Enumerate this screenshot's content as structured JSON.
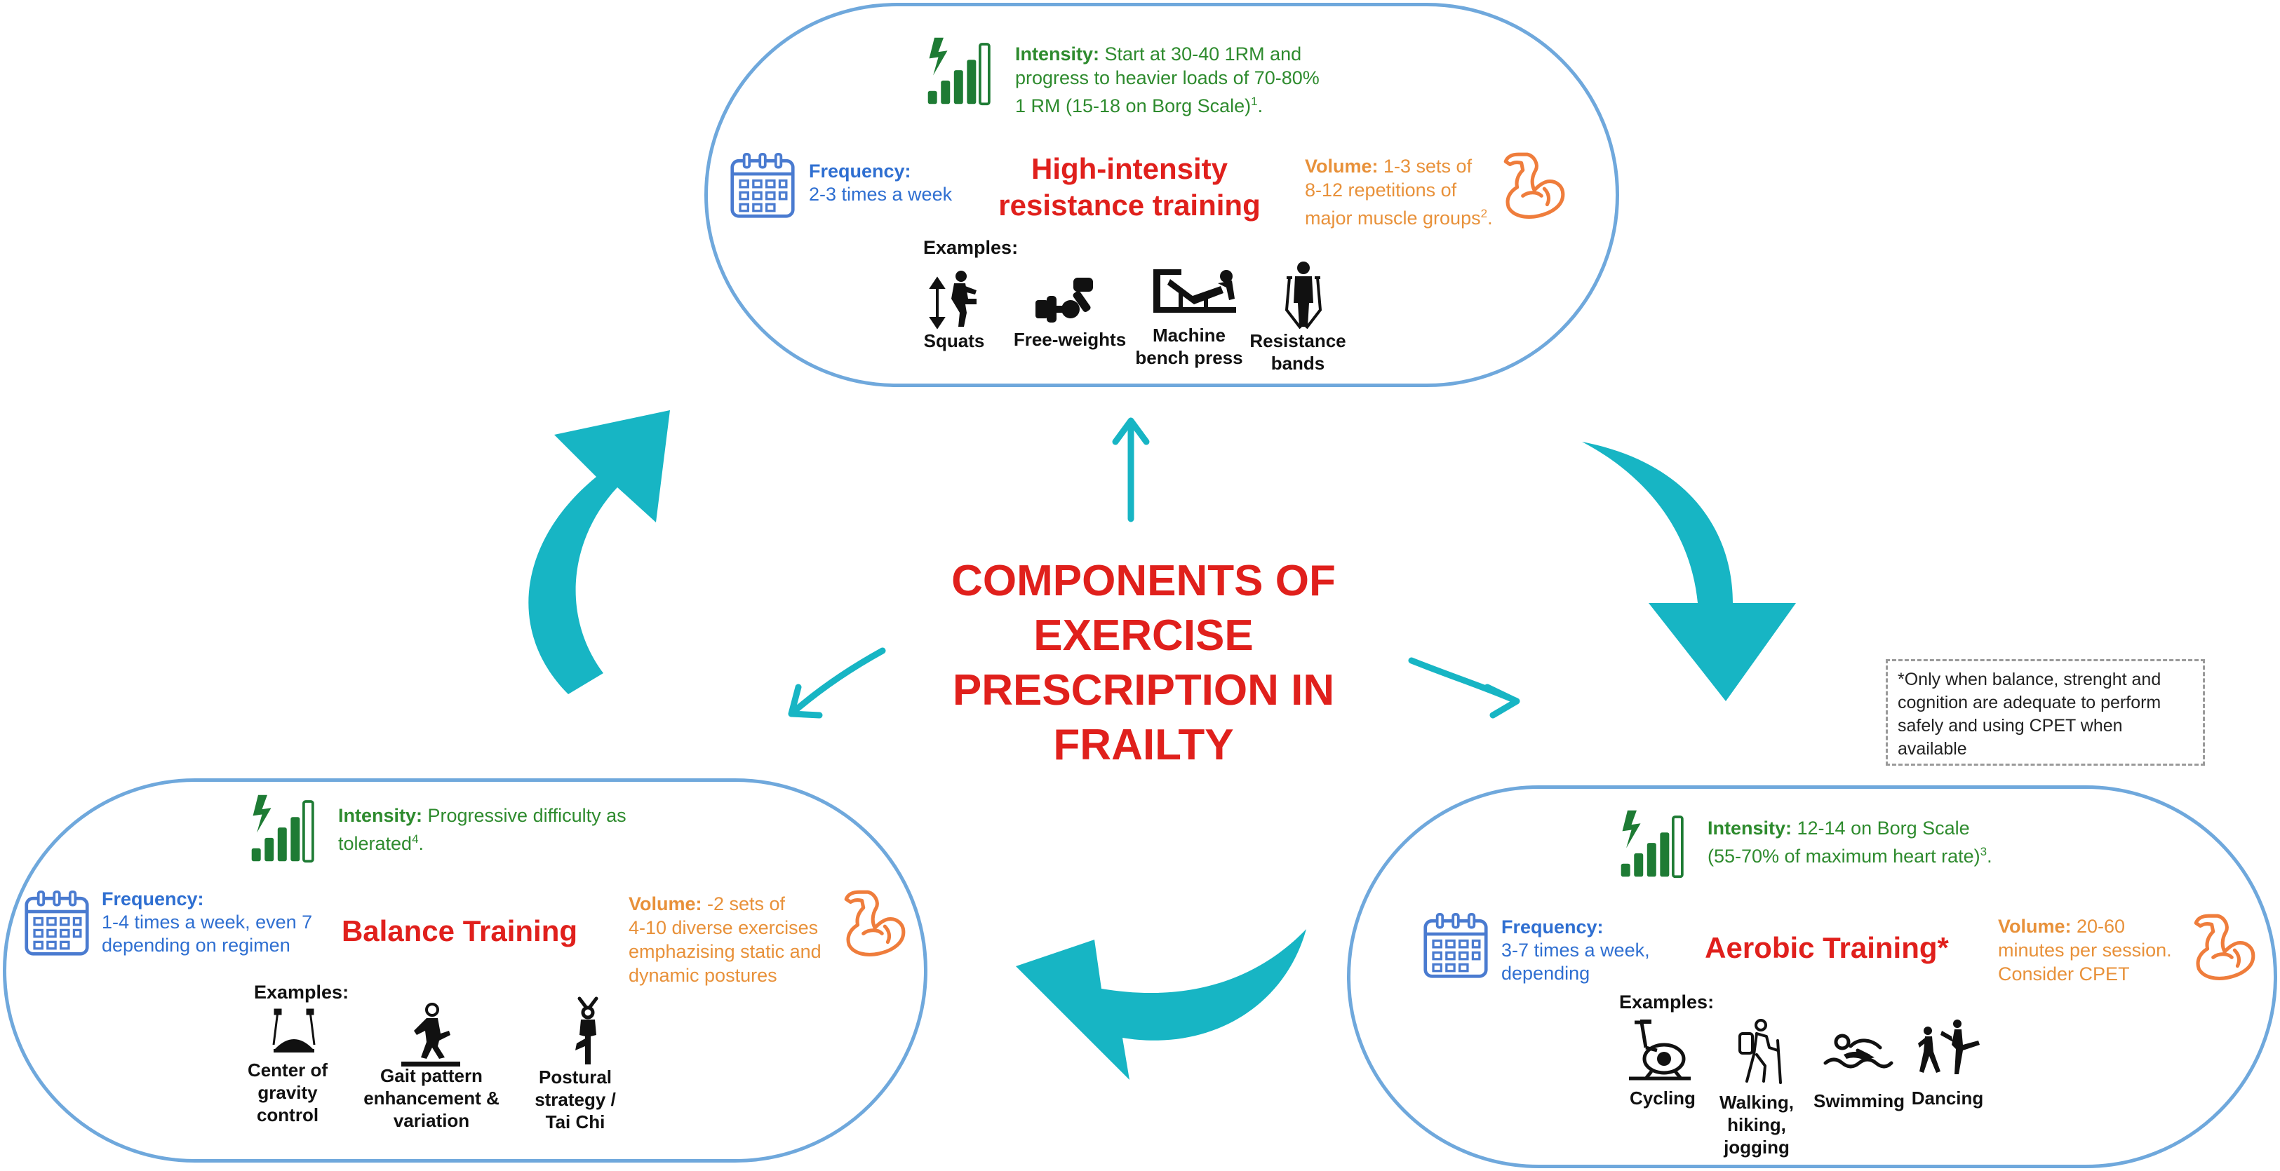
{
  "center_title": [
    "COMPONENTS OF",
    "EXERCISE",
    "PRESCRIPTION IN",
    "FRAILTY"
  ],
  "note": "*Only when balance, strenght and cognition are adequate to perform safely and using CPET when available",
  "colors": {
    "border": "#6fa8dc",
    "arrow": "#17b5c4",
    "title": "#e0201c",
    "intensity": "#2e8b2e",
    "frequency": "#2f6fd1",
    "volume": "#e8913a"
  },
  "resistance": {
    "title": [
      "High-intensity",
      "resistance training"
    ],
    "intensity_label": "Intensity:",
    "intensity_lines": [
      " Start at 30-40 1RM and",
      "progress to heavier loads of 70-80%",
      "1 RM (15-18 on Borg Scale)"
    ],
    "intensity_sup": "1",
    "frequency_label": "Frequency:",
    "frequency_text": "2-3 times a week",
    "volume_label": "Volume:",
    "volume_lines": [
      " 1-3 sets of",
      "8-12 repetitions of",
      "major muscle groups"
    ],
    "volume_sup": "2",
    "examples_label": "Examples:",
    "examples": [
      {
        "icon": "squat-icon",
        "name": [
          "Squats"
        ]
      },
      {
        "icon": "dumbbell-icon",
        "name": [
          "Free-weights"
        ]
      },
      {
        "icon": "bench-press-icon",
        "name": [
          "Machine",
          "bench press"
        ]
      },
      {
        "icon": "resistance-band-icon",
        "name": [
          "Resistance",
          "bands"
        ]
      }
    ]
  },
  "balance": {
    "title": "Balance Training",
    "intensity_label": "Intensity:",
    "intensity_lines": [
      " Progressive difficulty as",
      "tolerated"
    ],
    "intensity_sup": "4",
    "frequency_label": "Frequency:",
    "frequency_lines": [
      "1-4 times a week, even 7",
      "depending on regimen"
    ],
    "volume_label": "Volume:",
    "volume_lines": [
      " -2 sets of",
      "4-10 diverse exercises",
      "emphazising static and",
      "dynamic postures"
    ],
    "examples_label": "Examples:",
    "examples": [
      {
        "icon": "balance-ball-icon",
        "name": [
          "Center of",
          "gravity",
          "control"
        ]
      },
      {
        "icon": "gait-icon",
        "name": [
          "Gait pattern",
          "enhancement &",
          "variation"
        ]
      },
      {
        "icon": "tai-chi-icon",
        "name": [
          "Postural",
          "strategy /",
          "Tai Chi"
        ]
      }
    ]
  },
  "aerobic": {
    "title": "Aerobic Training*",
    "intensity_label": "Intensity:",
    "intensity_lines": [
      " 12-14 on Borg Scale",
      "(55-70% of maximum heart rate)"
    ],
    "intensity_sup": "3",
    "frequency_label": "Frequency:",
    "frequency_lines": [
      "3-7 times a week,",
      "depending"
    ],
    "volume_label": "Volume:",
    "volume_lines": [
      " 20-60",
      "minutes per session.",
      "Consider CPET"
    ],
    "examples_label": "Examples:",
    "examples": [
      {
        "icon": "cycling-icon",
        "name": [
          "Cycling"
        ]
      },
      {
        "icon": "hiking-icon",
        "name": [
          "Walking,",
          "hiking,",
          "jogging"
        ]
      },
      {
        "icon": "swimming-icon",
        "name": [
          "Swimming"
        ]
      },
      {
        "icon": "dancing-icon",
        "name": [
          "Dancing"
        ]
      }
    ]
  }
}
